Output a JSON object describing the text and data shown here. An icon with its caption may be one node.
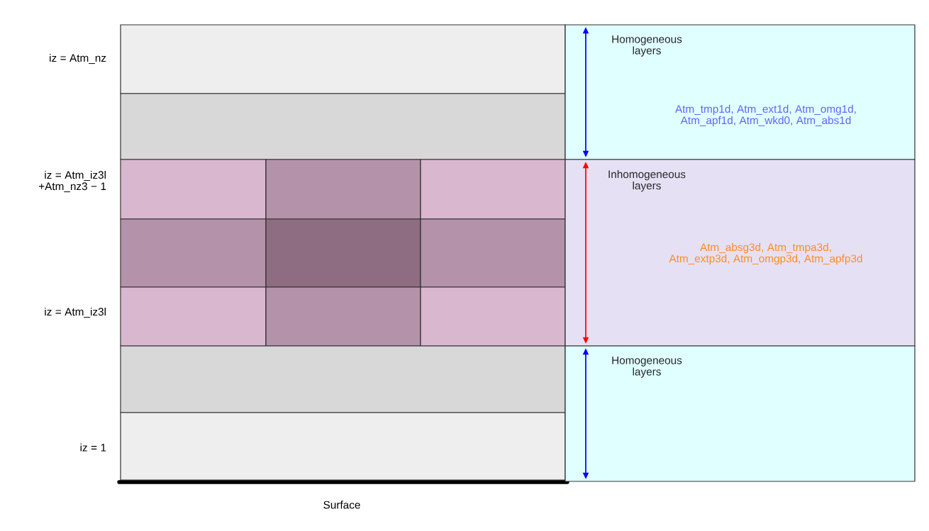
{
  "diagram": {
    "nodes": [
      {
        "text": [
          "Homogeneous layers",
          "Atm_tmp1d, Atm_ext1d, Atm_omg1d, Atm_apf1d, Atm_wkd0, Atm_abs1d"
        ]
      },
      {
        "text": [
          "Inhomogeneous layers",
          "Atm_absg3d, Atm_tmpa3d, Atm_extp3d, Atm_omgp3d, Atm_apfp3d"
        ]
      },
      {
        "text": [
          "Homogeneous layers"
        ]
      }
    ],
    "labels": [
      "iz = Atm_nz",
      "iz = Atm_iz3l +Atm_nz3 − 1",
      "iz = Atm_iz3l",
      "iz = 1",
      "Surface"
    ]
  }
}
